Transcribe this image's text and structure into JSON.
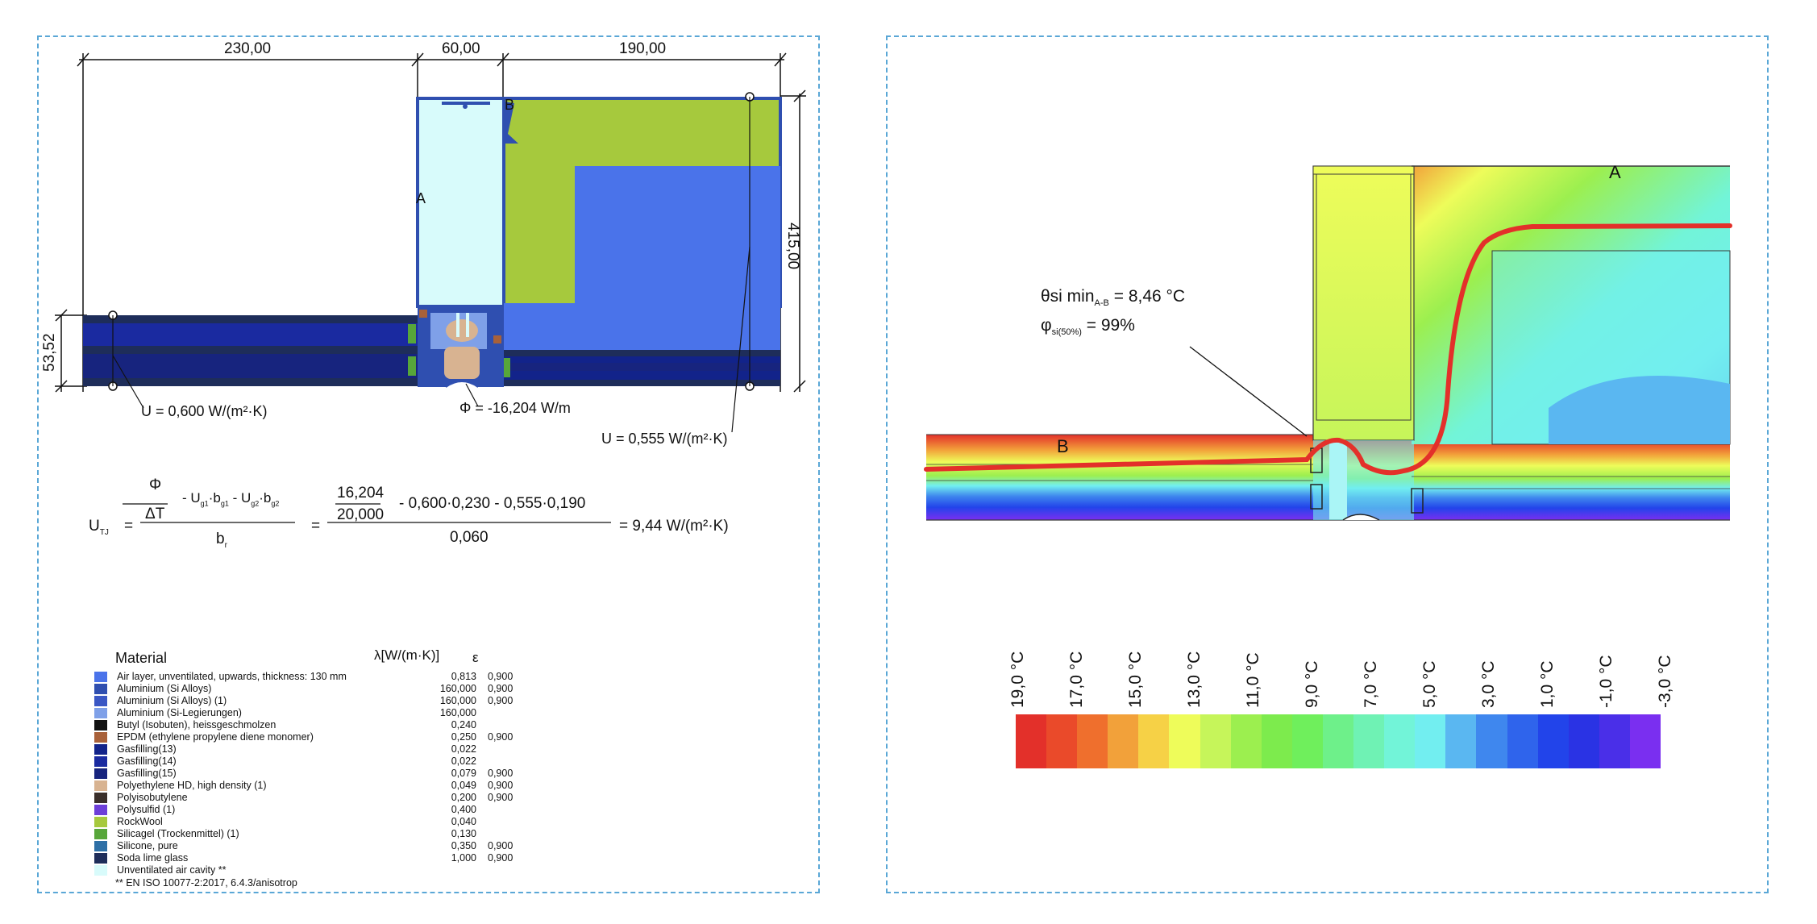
{
  "left_panel": {
    "dimensions": {
      "d1": "230,00",
      "d2": "60,00",
      "d3": "190,00",
      "height_right": "415,00",
      "height_left": "53,52"
    },
    "point_labels": {
      "a": "A",
      "b": "B"
    },
    "annotations": {
      "u1": "U = 0,600 W/(m²·K)",
      "phi": "Φ = -16,204 W/m",
      "u2": "U = 0,555 W/(m²·K)"
    },
    "formula": {
      "lhs": "U",
      "lhs_sub": "TJ",
      "num1": "Φ",
      "den1": "ΔT",
      "terms1": "- U",
      "g1": "g1",
      "b1": "·b",
      "g1b": "g1",
      "minus": "- U",
      "g2": "g2",
      "b2": "·b",
      "g2b": "g2",
      "br": "b",
      "br_sub": "r",
      "eq": "=",
      "frac_num": "16,204",
      "frac_den": "20,000",
      "rest": "- 0,600·0,230  -  0,555·0,190",
      "den2": "0,060",
      "result": "=  9,44 W/(m²·K)"
    },
    "legend": {
      "title": "Material",
      "col_lambda": "λ[W/(m·K)]",
      "col_eps": "ε",
      "rows": [
        {
          "color": "#4a73ea",
          "name": "Air layer, unventilated, upwards, thickness: 130 mm",
          "lambda": "0,813",
          "eps": "0,900"
        },
        {
          "color": "#2f4fb0",
          "name": "Aluminium (Si Alloys)",
          "lambda": "160,000",
          "eps": "0,900"
        },
        {
          "color": "#3a57c4",
          "name": "Aluminium (Si Alloys) (1)",
          "lambda": "160,000",
          "eps": "0,900"
        },
        {
          "color": "#7fa0e8",
          "name": "Aluminium (Si-Legierungen)",
          "lambda": "160,000",
          "eps": ""
        },
        {
          "color": "#111111",
          "name": "Butyl (Isobuten), heissgeschmolzen",
          "lambda": "0,240",
          "eps": ""
        },
        {
          "color": "#a8613a",
          "name": "EPDM (ethylene propylene diene monomer)",
          "lambda": "0,250",
          "eps": "0,900"
        },
        {
          "color": "#12238a",
          "name": "Gasfilling(13)",
          "lambda": "0,022",
          "eps": ""
        },
        {
          "color": "#1a2aa0",
          "name": "Gasfilling(14)",
          "lambda": "0,022",
          "eps": ""
        },
        {
          "color": "#17247e",
          "name": "Gasfilling(15)",
          "lambda": "0,079",
          "eps": "0,900"
        },
        {
          "color": "#d8b391",
          "name": "Polyethylene HD, high density (1)",
          "lambda": "0,049",
          "eps": "0,900"
        },
        {
          "color": "#3a2f2a",
          "name": "Polyisobutylene",
          "lambda": "0,200",
          "eps": "0,900"
        },
        {
          "color": "#6d3fd8",
          "name": "Polysulfid (1)",
          "lambda": "0,400",
          "eps": ""
        },
        {
          "color": "#a6c93d",
          "name": "RockWool",
          "lambda": "0,040",
          "eps": ""
        },
        {
          "color": "#57a63a",
          "name": "Silicagel (Trockenmittel) (1)",
          "lambda": "0,130",
          "eps": ""
        },
        {
          "color": "#2d6fa6",
          "name": "Silicone, pure",
          "lambda": "0,350",
          "eps": "0,900"
        },
        {
          "color": "#1e2d5a",
          "name": "Soda lime glass",
          "lambda": "1,000",
          "eps": "0,900"
        },
        {
          "color": "#d8fbfb",
          "name": "Unventilated air cavity **",
          "lambda": "",
          "eps": ""
        }
      ],
      "footnote": "** EN ISO 10077-2:2017, 6.4.3/anisotrop"
    }
  },
  "right_panel": {
    "point_labels": {
      "a": "A",
      "b": "B"
    },
    "theta_line": "θsi min A-B = 8,46 °C",
    "theta_main": "θsi min",
    "theta_sub": "A-B",
    "theta_val": "= 8,46 °C",
    "phi_main": "φ",
    "phi_sub": "si(50%)",
    "phi_val": "= 99%",
    "scale_labels": [
      "19,0 °C",
      "17,0 °C",
      "15,0 °C",
      "13,0 °C",
      "11,0 °C",
      "9,0 °C",
      "7,0 °C",
      "5,0 °C",
      "3,0 °C",
      "1,0 °C",
      "-1,0 °C",
      "-3,0 °C"
    ],
    "scale_colors": [
      "#e3302a",
      "#ea4a2a",
      "#ef6f2d",
      "#f2a13a",
      "#f6d146",
      "#eefc5a",
      "#c6f55a",
      "#9cef4f",
      "#7deb4d",
      "#6fef5c",
      "#6ef08a",
      "#6ff2b4",
      "#72f4d8",
      "#72eef0",
      "#5ab7f1",
      "#3f87ee",
      "#2f64ec",
      "#2244ea",
      "#2a33e4",
      "#4a2fe8",
      "#7a2ff0"
    ],
    "colors": {
      "accent_red": "#e3302a",
      "frame": "#5aa7d6"
    }
  }
}
